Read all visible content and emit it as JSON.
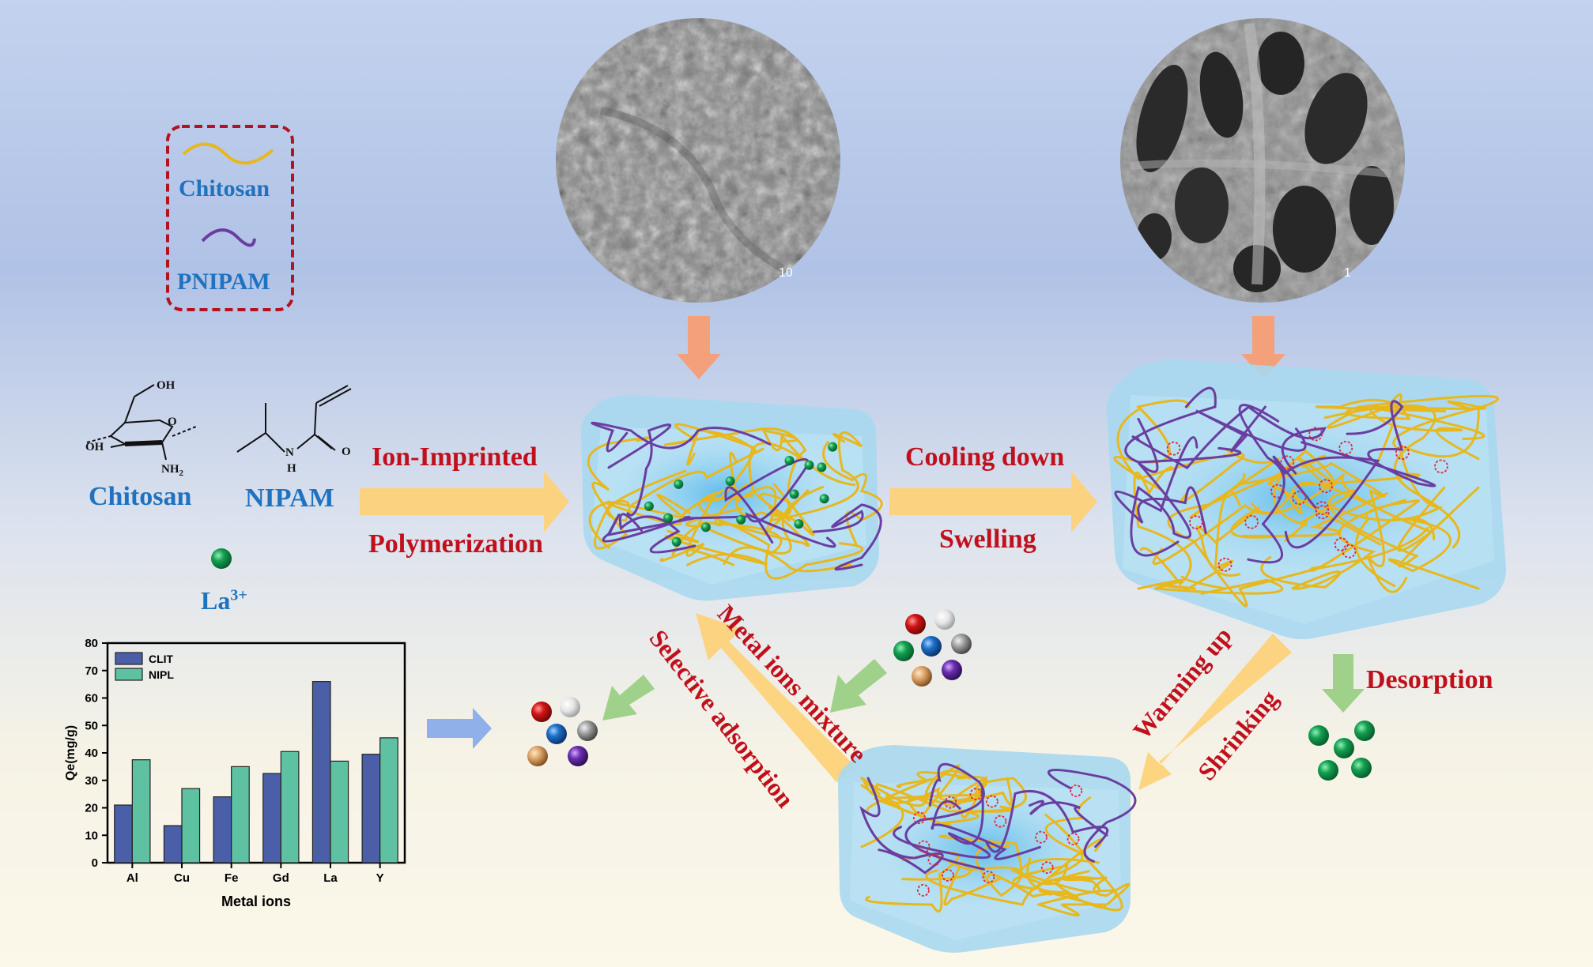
{
  "legend_box": {
    "items": [
      {
        "label": "Chitosan",
        "line_color": "#e7b81e"
      },
      {
        "label": "PNIPAM",
        "line_color": "#6a3ea1"
      }
    ],
    "border_color": "#b3121f"
  },
  "reactants": {
    "chitosan_label": "Chitosan",
    "nipam_label": "NIPAM",
    "ion_label": "La",
    "ion_charge": "3+",
    "chitosan_groups": {
      "oh_top": "OH",
      "oh_left": "OH",
      "nh2": "NH",
      "nh2_sub": "2",
      "ring_o": "O"
    },
    "nipam_groups": {
      "nh": "N",
      "h": "H",
      "o": "O"
    }
  },
  "process": {
    "step1_top": "Ion-Imprinted",
    "step1_bottom": "Polymerization",
    "step2_top": "Cooling down",
    "step2_bottom": "Swelling",
    "step3_top": "Warming up",
    "step3_bottom": "Shrinking",
    "desorption": "Desorption",
    "mixture": "Metal ions mixture",
    "selective": "Selective adsorption"
  },
  "sem_scale_fragments": {
    "left": "10",
    "right": "1"
  },
  "colors": {
    "accent_red": "#c0101c",
    "accent_blue": "#1f72c0",
    "chitosan_yellow": "#e7b81e",
    "pnipam_purple": "#6a3ea1",
    "la_green": "#14a050",
    "arrow_yellow": "#fdd27a",
    "arrow_salmon": "#f4a07a",
    "arrow_green": "#9fd18a",
    "arrow_blue": "#8fb0e8"
  },
  "chart_data": {
    "type": "bar",
    "categories": [
      "Al",
      "Cu",
      "Fe",
      "Gd",
      "La",
      "Y"
    ],
    "series": [
      {
        "name": "CLIT",
        "values": [
          21,
          13.5,
          24,
          32.5,
          66,
          39.5
        ],
        "color": "#4a5fa8"
      },
      {
        "name": "NIPL",
        "values": [
          37.5,
          27,
          35,
          40.5,
          37,
          45.5
        ],
        "color": "#5ec2a2"
      }
    ],
    "xlabel": "Metal ions",
    "ylabel": "Qe(mg/g)",
    "ylim": [
      0,
      80
    ],
    "yticks": [
      "0",
      "10",
      "20",
      "30",
      "40",
      "50",
      "60",
      "70",
      "80"
    ],
    "legend_position": "top-left",
    "grid": false
  }
}
